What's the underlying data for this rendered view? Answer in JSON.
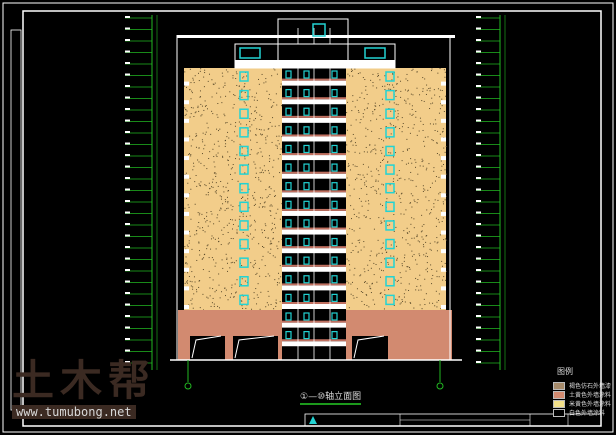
{
  "drawing": {
    "title": "①—⑩轴立面图",
    "floors_above_podium": 13,
    "podium_floors": 2,
    "colors": {
      "background": "#000000",
      "frame": "#ffffff",
      "outline": "#ffffff",
      "tan_finish": "#f2cd8a",
      "pink_finish": "#d28a70",
      "window": "#22d3d3",
      "dimension": "#22b922"
    }
  },
  "legend": {
    "title": "图例",
    "items": [
      {
        "label": "褐色仿石外墙漆",
        "color": "#a58a6a"
      },
      {
        "label": "土黄色外墙涂料",
        "color": "#d28a70"
      },
      {
        "label": "米黄色外墙涂料",
        "color": "#f2e08a"
      },
      {
        "label": "白色外墙涂料",
        "color": "#000000"
      }
    ]
  },
  "watermark": {
    "logo": "土木帮",
    "url": "www.tumubong.net"
  }
}
